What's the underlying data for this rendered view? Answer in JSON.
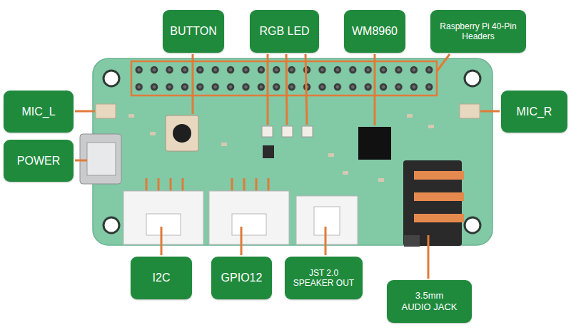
{
  "diagram": {
    "nodes": [
      {
        "text": [
          "BUTTON"
        ]
      },
      {
        "text": [
          "RGB LED"
        ]
      },
      {
        "text": [
          "WM8960"
        ]
      },
      {
        "text": [
          "Raspberry Pi 40-Pin Headers"
        ]
      },
      {
        "text": [
          "MIC_L"
        ]
      },
      {
        "text": [
          "MIC_R"
        ]
      },
      {
        "text": [
          "POWER"
        ]
      },
      {
        "text": [
          "I2C"
        ]
      },
      {
        "text": [
          "GPIO12"
        ]
      },
      {
        "text": [
          "JST 2.0 SPEAKER OUT"
        ]
      },
      {
        "text": [
          "3.5mm AUDIO JACK"
        ]
      }
    ]
  }
}
